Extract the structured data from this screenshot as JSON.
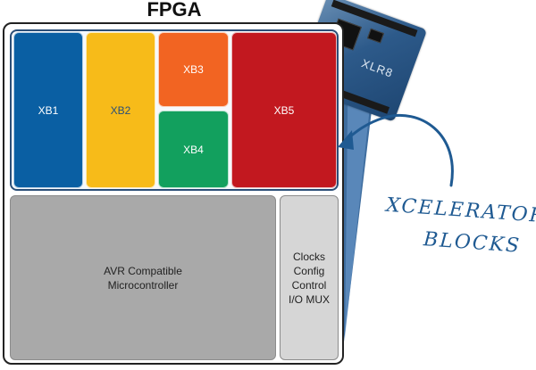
{
  "diagram": {
    "title": "FPGA",
    "blocks": [
      {
        "id": "xb1",
        "label": "XB1"
      },
      {
        "id": "xb2",
        "label": "XB2"
      },
      {
        "id": "xb3",
        "label": "XB3"
      },
      {
        "id": "xb4",
        "label": "XB4"
      },
      {
        "id": "xb5",
        "label": "XB5"
      }
    ],
    "avr_block": {
      "line1": "AVR Compatible",
      "line2": "Microcontroller"
    },
    "control_block": {
      "lines": [
        "Clocks",
        "Config",
        "Control",
        "I/O MUX"
      ]
    },
    "annotation": {
      "line1": "XCELERATOR",
      "line2": "BLOCKS"
    },
    "board": {
      "mark": "XLR8"
    },
    "colors": {
      "xb1": "#0a5fa3",
      "xb2": "#f7bb19",
      "xb3": "#f26422",
      "xb4": "#12a05e",
      "xb5": "#c2181f",
      "avr": "#a9a9a9",
      "control": "#d6d6d6",
      "annotation": "#1f5a92",
      "fan": "#2c5f96"
    }
  }
}
